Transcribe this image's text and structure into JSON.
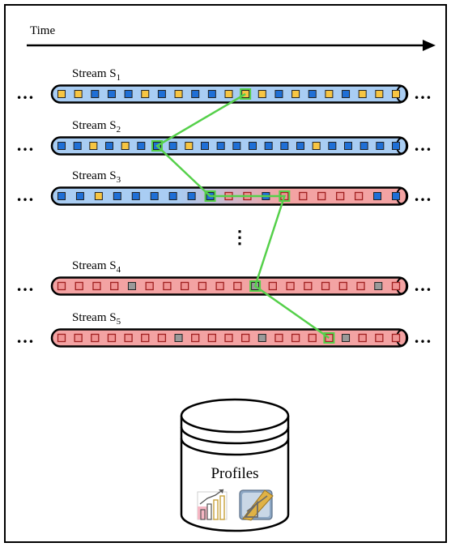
{
  "time_label": "Time",
  "ellipsis": "…",
  "vertical_ellipsis": "⋮",
  "db_label": "Profiles",
  "colors": {
    "blue_tube": "#a9cdf3",
    "red_tube": "#f3a3a3",
    "blue_cell": "#1f6fd6",
    "yellow_cell": "#f7c542",
    "red_cell": "#f09494",
    "gray_cell": "#9a9a9a",
    "path": "#55d04a"
  },
  "streams": [
    {
      "name": "Stream S",
      "sub": "1",
      "cells": "YYBBBYBYBBYYYBYBYBYYY"
    },
    {
      "name": "Stream S",
      "sub": "2",
      "cells": "BBYBYBBBYBBBBBBBYBBBBB"
    },
    {
      "name": "Stream S",
      "sub": "3",
      "cells": "BBYBBBBBBRRBRRRRRBB"
    },
    {
      "name": "Stream S",
      "sub": "4",
      "cells": "RRRRGRRRRRRGRRRRRRGR"
    },
    {
      "name": "Stream S",
      "sub": "5",
      "cells": "RRRRRRRGRRRRGRRRRGRRR"
    }
  ]
}
